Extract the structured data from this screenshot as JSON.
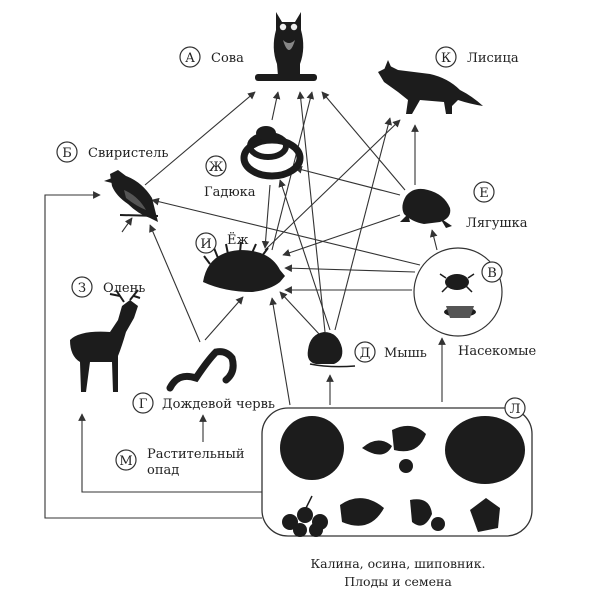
{
  "nodes": {
    "A": {
      "letter": "А",
      "name": "Сова"
    },
    "B_bird": {
      "letter": "Б",
      "name": "Свиристель"
    },
    "V": {
      "letter": "В",
      "name": "Насекомые"
    },
    "G": {
      "letter": "Г",
      "name": "Дождевой червь"
    },
    "D": {
      "letter": "Д",
      "name": "Мышь"
    },
    "E": {
      "letter": "Е",
      "name": "Лягушка"
    },
    "ZH": {
      "letter": "Ж",
      "name": "Гадюка"
    },
    "Z": {
      "letter": "З",
      "name": "Олень"
    },
    "I": {
      "letter": "И",
      "name": "Ёж"
    },
    "K": {
      "letter": "К",
      "name": "Лисица"
    },
    "L": {
      "letter": "Л",
      "caption_line1": "Калина, осина, шиповник.",
      "caption_line2": "Плоды и семена"
    },
    "M": {
      "letter": "М",
      "name_line1": "Растительный",
      "name_line2": "опад"
    }
  }
}
